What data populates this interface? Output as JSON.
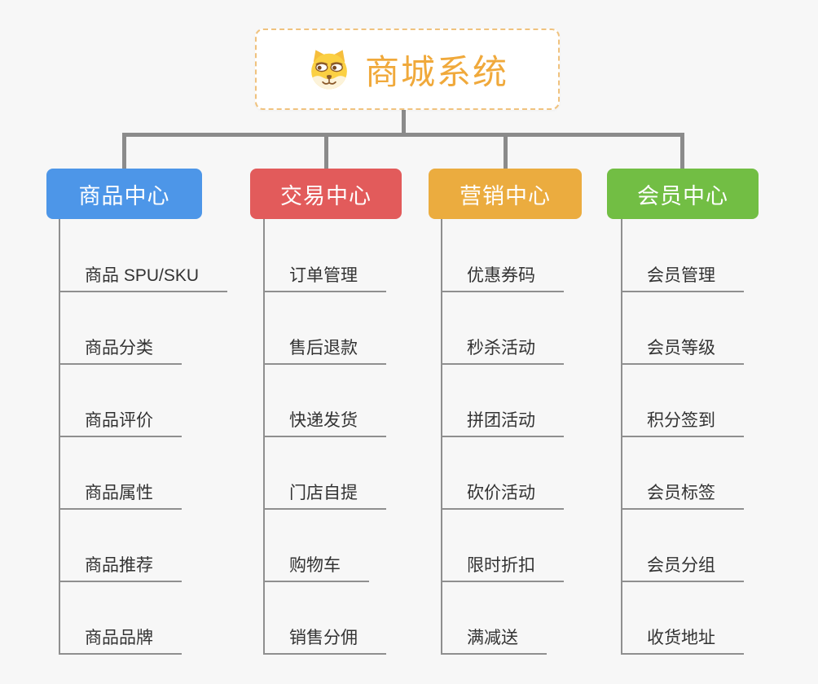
{
  "root": {
    "title": "商城系统",
    "icon": "shiba-dog-icon"
  },
  "branches": [
    {
      "label": "商品中心",
      "color": "#4D96E8",
      "items": [
        "商品 SPU/SKU",
        "商品分类",
        "商品评价",
        "商品属性",
        "商品推荐",
        "商品品牌"
      ]
    },
    {
      "label": "交易中心",
      "color": "#E25B5B",
      "items": [
        "订单管理",
        "售后退款",
        "快递发货",
        "门店自提",
        "购物车",
        "销售分佣"
      ]
    },
    {
      "label": "营销中心",
      "color": "#EBAC3F",
      "items": [
        "优惠券码",
        "秒杀活动",
        "拼团活动",
        "砍价活动",
        "限时折扣",
        "满减送"
      ]
    },
    {
      "label": "会员中心",
      "color": "#72BE44",
      "items": [
        "会员管理",
        "会员等级",
        "积分签到",
        "会员标签",
        "会员分组",
        "收货地址"
      ]
    }
  ],
  "colors": {
    "canvas_bg": "#F7F7F7",
    "connector": "#8B8B8B",
    "leaf_line": "#8F8F8F",
    "leaf_text": "#333333",
    "root_text": "#F0A93B",
    "root_border": "#F0C27E",
    "branch_text": "#FFFFFF"
  }
}
